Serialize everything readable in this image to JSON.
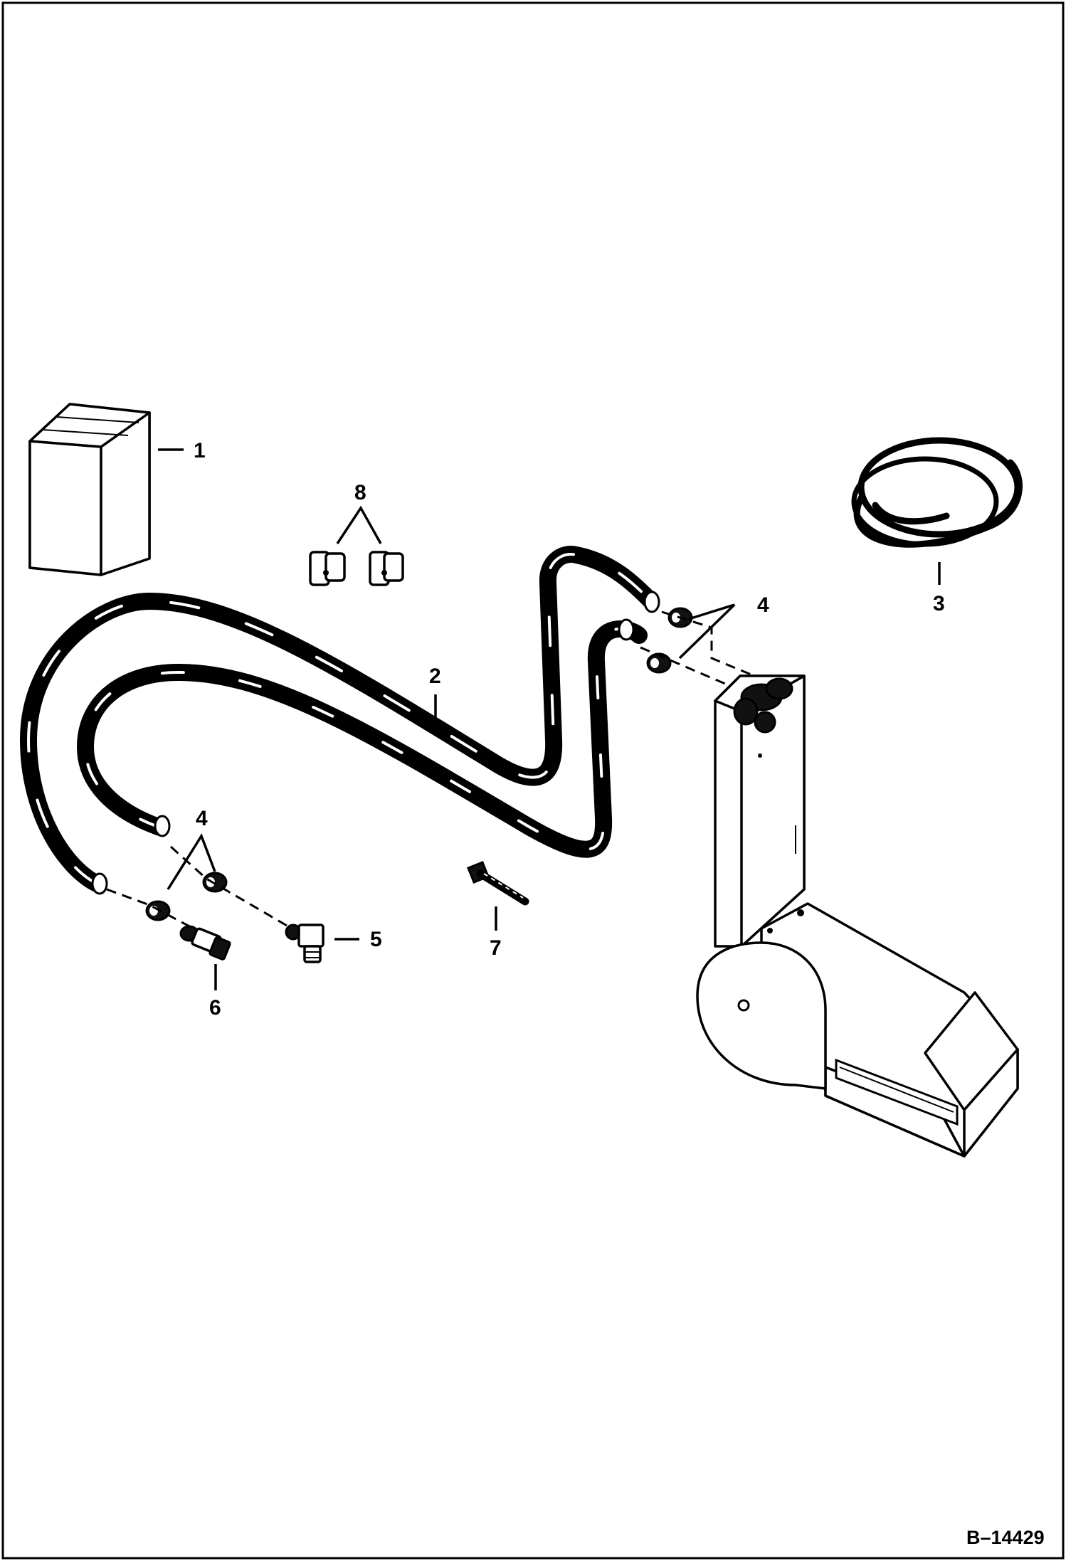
{
  "callouts": {
    "c1": "1",
    "c2": "2",
    "c3": "3",
    "c4_top": "4",
    "c4_bottom": "4",
    "c5": "5",
    "c6": "6",
    "c7": "7",
    "c8": "8"
  },
  "figure_id": "B–14429"
}
